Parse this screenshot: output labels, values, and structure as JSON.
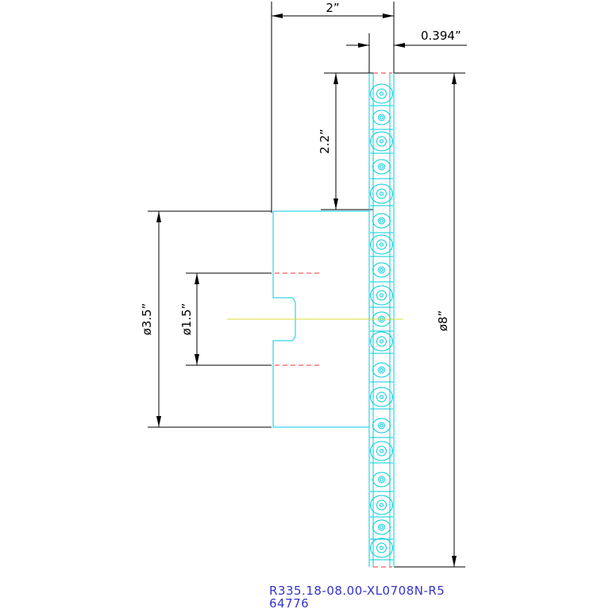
{
  "drawing": {
    "dimensions": {
      "overall_width": "2”",
      "tooth_width": "0.394”",
      "hub_offset": "2.2”",
      "hub_diameter": "ø3.5”",
      "bore_diameter": "ø1.5”",
      "cutter_diameter": "ø8”"
    },
    "part_number": "R335.18-08.00-XL0708N-R5",
    "item_code": "64776",
    "colors": {
      "dimension_lines": "#000000",
      "outline": "#00ccdd",
      "hidden_lines": "#ff3333",
      "centerline": "#dddd33",
      "part_text": "#3333cc"
    }
  }
}
